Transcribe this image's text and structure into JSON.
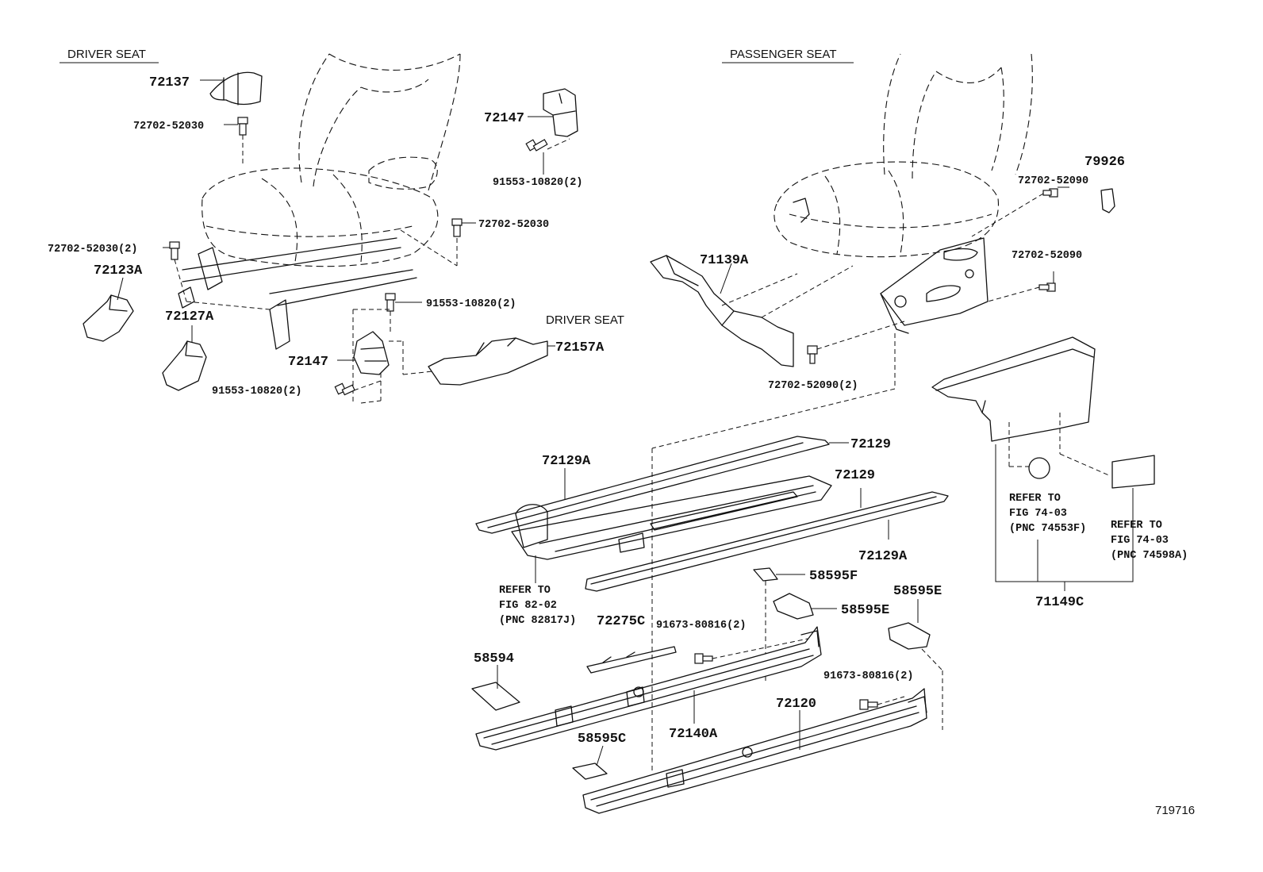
{
  "sections": {
    "driver_top": "DRIVER SEAT",
    "passenger": "PASSENGER SEAT",
    "driver_mid": "DRIVER SEAT"
  },
  "parts": {
    "p72137": "72137",
    "p72702_52030_a": "72702-52030",
    "p72147_top": "72147",
    "p91553_top": "91553-10820(2)",
    "p72702_52030_b": "72702-52030",
    "p72702_52030_2": "72702-52030(2)",
    "p72123A": "72123A",
    "p72127A": "72127A",
    "p91553_mid": "91553-10820(2)",
    "p72147_mid": "72147",
    "p72157A": "72157A",
    "p91553_low": "91553-10820(2)",
    "p71139A": "71139A",
    "p79926": "79926",
    "p72702_52090_a": "72702-52090",
    "p72702_52090_b": "72702-52090",
    "p72702_52090_2": "72702-52090(2)",
    "p72129_a": "72129",
    "p72129A_a": "72129A",
    "p72129_b": "72129",
    "p72129A_b": "72129A",
    "p58595F": "58595F",
    "p58595E_a": "58595E",
    "p58595E_b": "58595E",
    "p72275C": "72275C",
    "p91673_a": "91673-80816(2)",
    "p91673_b": "91673-80816(2)",
    "p58594": "58594",
    "p72140A": "72140A",
    "p72120": "72120",
    "p58595C": "58595C",
    "p71149C": "71149C",
    "diagram_id": "719716"
  },
  "references": {
    "ref_82_02": [
      "REFER TO",
      "FIG 82-02",
      "(PNC 82817J)"
    ],
    "ref_74553F": [
      "REFER TO",
      "FIG 74-03",
      "(PNC 74553F)"
    ],
    "ref_74598A": [
      "REFER TO",
      "FIG 74-03",
      "(PNC 74598A)"
    ]
  }
}
